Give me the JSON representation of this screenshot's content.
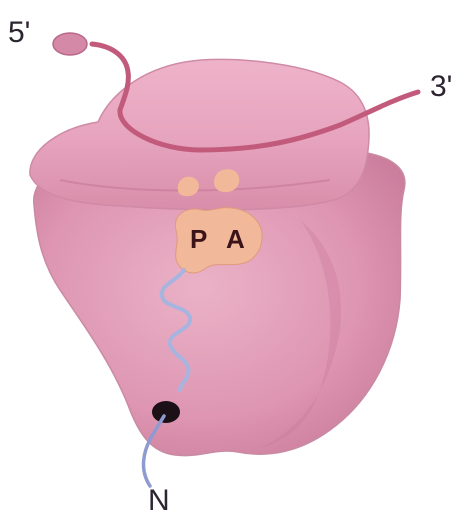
{
  "labels": {
    "five_prime": "5'",
    "three_prime": "3'",
    "p_site": "P",
    "a_site": "A",
    "n_terminus": "N"
  },
  "colors": {
    "background": "#ffffff",
    "large_subunit": "#df9ab4",
    "large_subunit_shade": "#c9779a",
    "small_subunit": "#e8a7bf",
    "small_subunit_shade": "#cf86a5",
    "mrna": "#c25a7c",
    "trna": "#f2b89a",
    "peptide": "#a8b4e0",
    "tunnel": "#1a1016",
    "text": "#2c2430"
  }
}
